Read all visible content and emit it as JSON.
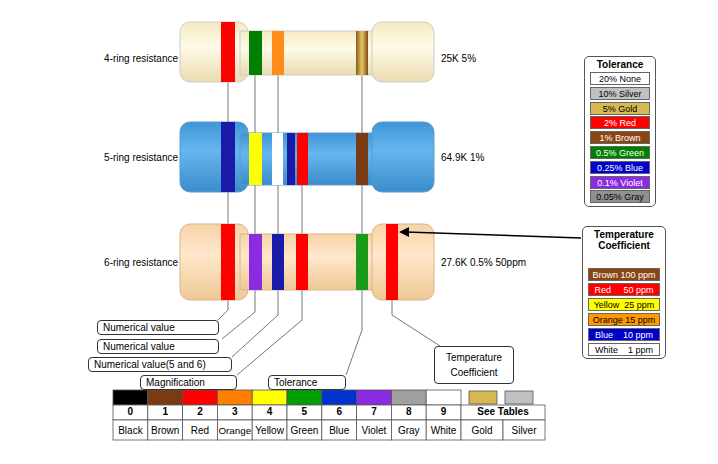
{
  "diagram": {
    "nodes": [
      {
        "text": [
          "Numerical value"
        ]
      },
      {
        "text": [
          "Numerical value"
        ]
      },
      {
        "text": [
          "Numerical value(5 and 6)"
        ]
      },
      {
        "text": [
          "Magnification"
        ]
      },
      {
        "text": [
          "Tolerance"
        ]
      },
      {
        "text": [
          "Temperature Coefficient"
        ]
      },
      {
        "text": [
          "Tolerance"
        ]
      },
      {
        "text": [
          "Temperature Coefficient"
        ]
      }
    ],
    "labels": [
      "4-ring resistance",
      "25K 5%",
      "5-ring resistance",
      "64.9K 1%",
      "6-ring resistance",
      "27.6K 0.5% 50ppm",
      "0",
      "1",
      "2",
      "3",
      "4",
      "5",
      "6",
      "7",
      "8",
      "9",
      "See Tables",
      "Black",
      "Brown",
      "Red",
      "Orange",
      "Yellow",
      "Green",
      "Blue",
      "Violet",
      "Gray",
      "White",
      "Gold",
      "Silver"
    ],
    "legend": [
      {
        "text": "20% None",
        "color": "#ffffff"
      },
      {
        "text": "10% Silver",
        "color": "#c0c0c0"
      },
      {
        "text": "5% Gold",
        "color": "#d8b852"
      },
      {
        "text": "2% Red",
        "color": "#ff0000"
      },
      {
        "text": "1% Brown",
        "color": "#8b4513"
      },
      {
        "text": "0.5% Green",
        "color": "#008000"
      },
      {
        "text": "0.25% Blue",
        "color": "#0000cc"
      },
      {
        "text": "0.1% Violet",
        "color": "#8a2be2"
      },
      {
        "text": "0.05% Gray",
        "color": "#909090"
      },
      {
        "text": "Brown 100 ppm",
        "color": "#8b4513"
      },
      {
        "text": "Red     50 ppm",
        "color": "#ff0000"
      },
      {
        "text": "Yellow  25 ppm",
        "color": "#ffff00"
      },
      {
        "text": "Orange 15 ppm",
        "color": "#ff9900"
      },
      {
        "text": "Blue    10 ppm",
        "color": "#0000cc"
      },
      {
        "text": "White    1 ppm",
        "color": "#ffffff"
      }
    ]
  }
}
